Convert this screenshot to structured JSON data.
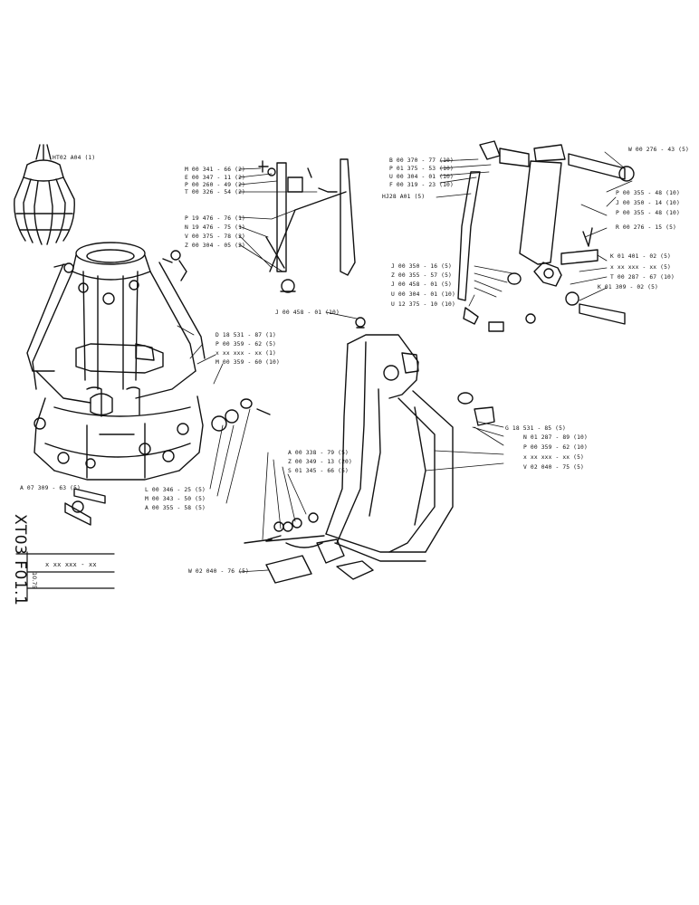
{
  "labels": {
    "HT02_A04": "HT02 A04 (1)",
    "M00341_66": "M 00 341 - 66 (2)",
    "E00347_11": "E 00 347 - 11 (2)",
    "P00260_49": "P 00 260 - 49 (2)",
    "T00326_54": "T 00 326 - 54 (2)",
    "P19476_76": "P 19 476 - 76 (1)",
    "N19476_75": "N 19 476 - 75 (1)",
    "V00375_78": "V 00 375 - 78 (2)",
    "Z00304_05": "Z 00 304 - 05 (2)",
    "J00458_01a": "J 00 458 - 01 (10)",
    "D18531_87": "D 18 531 - 87 (1)",
    "P00359_62a": "P 00 359 - 62 (5)",
    "xxxxx_1": "x  xx  xxx - xx (1)",
    "M00359_60": "M 00 359 - 60 (10)",
    "A07309_63": "A 07 309 - 63 (5)",
    "L00346_25": "L 00 346 - 25 (5)",
    "M00343_50": "M 00 343 - 50 (5)",
    "A00355_58": "A 00 355 - 58 (5)",
    "B00370_77": "B 00 370 - 77 (10)",
    "P01375_53": "P 01 375 - 53 (10)",
    "U00304_01a": "U 00 304 - 01 (10)",
    "F00319_23": "F 00 319 - 23 (10)",
    "HJ28_A01": "HJ28 A01 (5)",
    "W00276_43": "W 00 276 - 43 (5)",
    "P00355_48a": "P 00 355 - 48 (10)",
    "J00350_14": "J 00 350 - 14 (10)",
    "P00355_48b": "P 00 355 - 48 (10)",
    "R00276_15": "R 00 276 - 15 (5)",
    "J00350_16": "J 00 350 - 16 (5)",
    "Z00355_57": "Z 00 355 - 57 (5)",
    "J00458_01b": "J 00 458 - 01 (5)",
    "U00304_01b": "U 00 304 - 01 (10)",
    "U12375_10": "U 12  375 - 10 (10)",
    "K01401_02": "K 01 401 - 02 (5)",
    "xxxxx_5a": "x  xx  xxx - xx (5)",
    "T00287_67": "T 00 287 - 67 (10)",
    "K01309_02": "K 01  309 - 02 (5)",
    "G18531_85": "G 18 531 - 85 (5)",
    "N01287_89": "N 01  287 - 89 (10)",
    "P00359_62b": "P 00 359 - 62 (10)",
    "xxxxx_5b": "x  xx  xxx - xx (5)",
    "V02040_75": "V 02 040 - 75 (5)",
    "A00338_79": "A 00 338 - 79 (5)",
    "Z00349_13": "Z 00 349 - 13 (20)",
    "S01345_66": "S 01  345 - 66 (5)",
    "W02040_76": "W 02 040 - 76 (5)"
  },
  "titleblock": {
    "code": "XT03 F01.1",
    "ref": "x  xx  xxx - xx",
    "date": "10.75"
  }
}
